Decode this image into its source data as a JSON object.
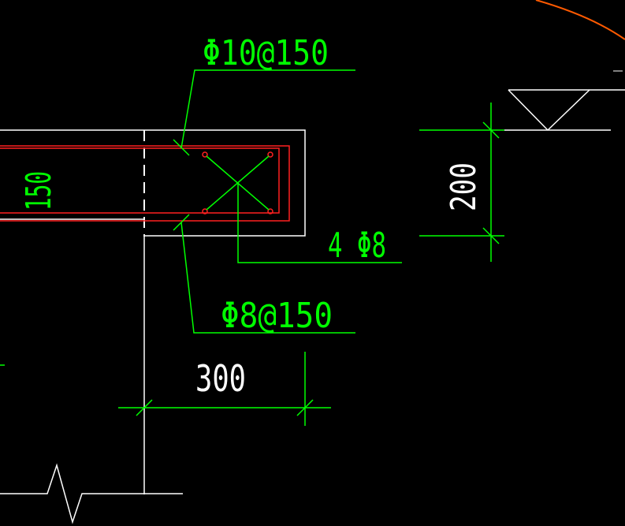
{
  "drawing": {
    "labels": {
      "stirrup_top": "Φ10@150",
      "stirrup_bottom": "Φ8@150",
      "main_bars": "4 Φ8",
      "width_vertical": "150",
      "height_dim": "200",
      "width_dim": "300"
    },
    "colors": {
      "background": "#000000",
      "leader_green": "#00ff00",
      "outline_white": "#ffffff",
      "rebar_red": "#ff2020",
      "arc_orange": "#ff5a00"
    }
  }
}
